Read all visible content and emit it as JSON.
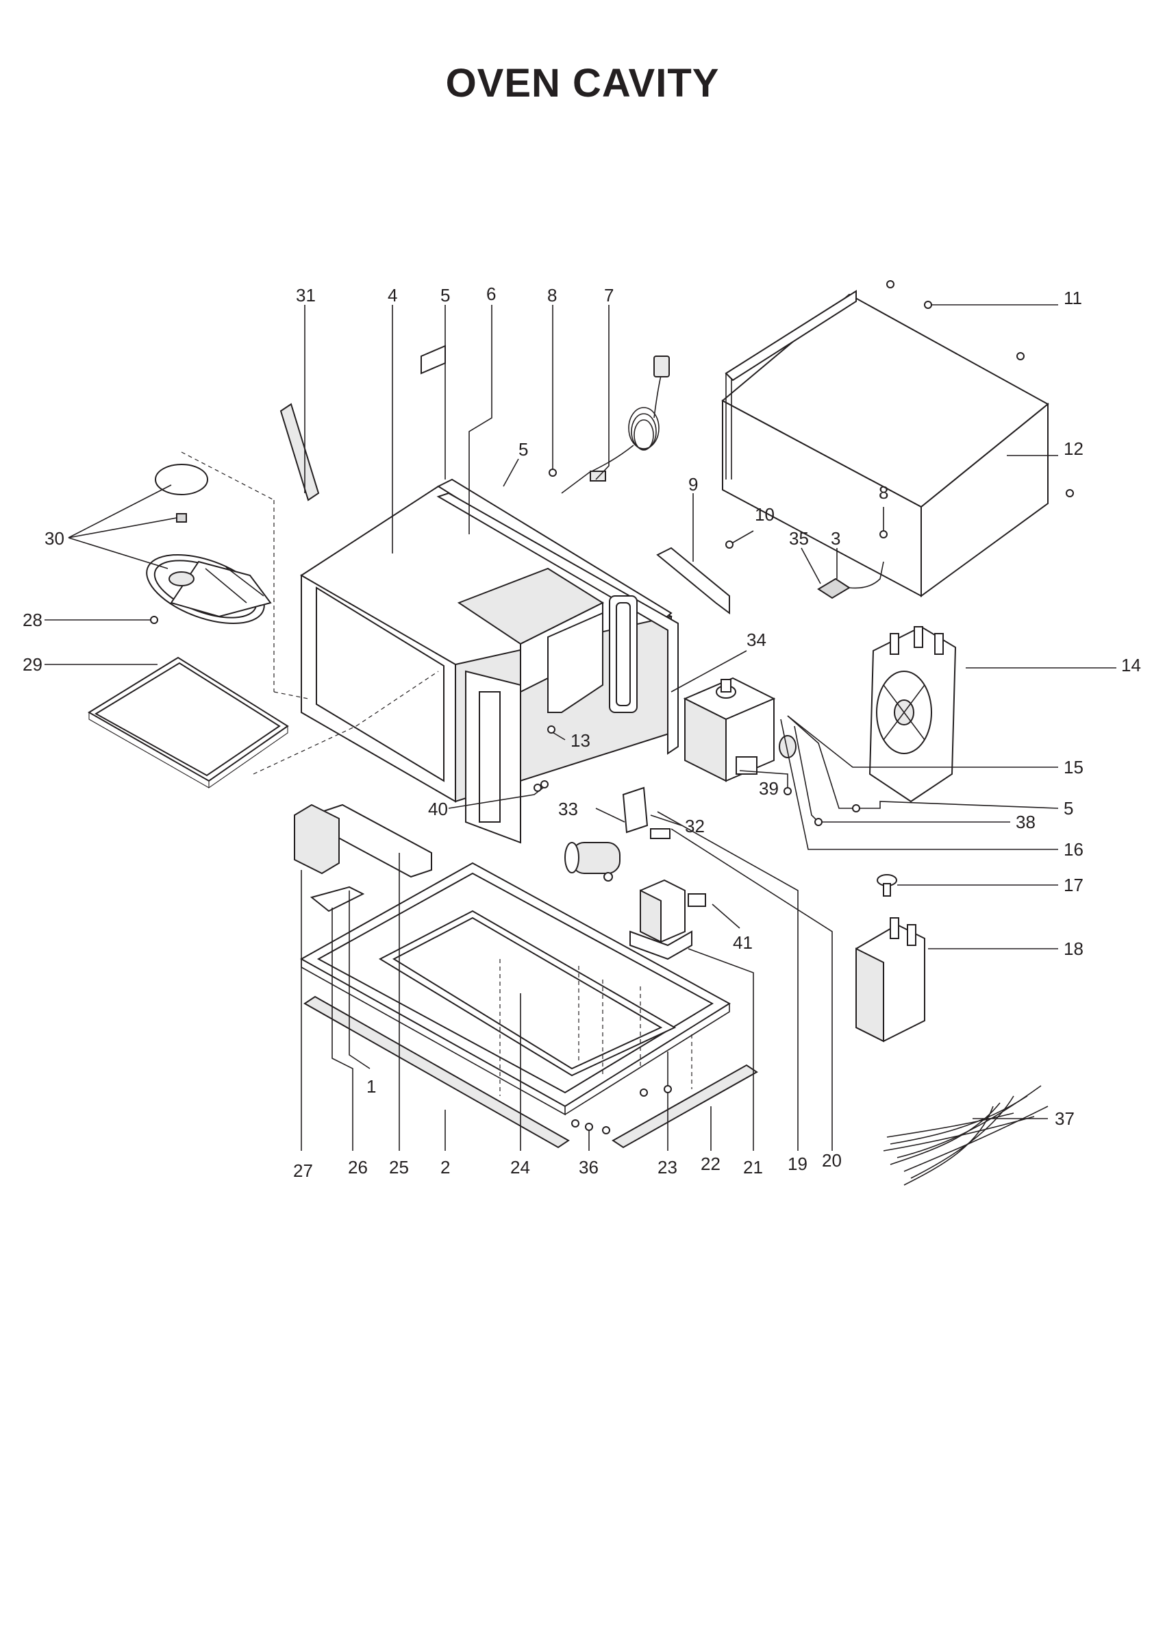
{
  "title": "OVEN CAVITY",
  "parts": [
    {
      "number": "1"
    },
    {
      "number": "2"
    },
    {
      "number": "3"
    },
    {
      "number": "4"
    },
    {
      "number": "5"
    },
    {
      "number": "5"
    },
    {
      "number": "5"
    },
    {
      "number": "6"
    },
    {
      "number": "7"
    },
    {
      "number": "8"
    },
    {
      "number": "8"
    },
    {
      "number": "9"
    },
    {
      "number": "10"
    },
    {
      "number": "11"
    },
    {
      "number": "12"
    },
    {
      "number": "13"
    },
    {
      "number": "14"
    },
    {
      "number": "15"
    },
    {
      "number": "16"
    },
    {
      "number": "17"
    },
    {
      "number": "18"
    },
    {
      "number": "19"
    },
    {
      "number": "20"
    },
    {
      "number": "21"
    },
    {
      "number": "22"
    },
    {
      "number": "23"
    },
    {
      "number": "24"
    },
    {
      "number": "25"
    },
    {
      "number": "26"
    },
    {
      "number": "27"
    },
    {
      "number": "28"
    },
    {
      "number": "29"
    },
    {
      "number": "30"
    },
    {
      "number": "31"
    },
    {
      "number": "32"
    },
    {
      "number": "33"
    },
    {
      "number": "34"
    },
    {
      "number": "35"
    },
    {
      "number": "36"
    },
    {
      "number": "37"
    },
    {
      "number": "38"
    },
    {
      "number": "39"
    },
    {
      "number": "40"
    },
    {
      "number": "41"
    }
  ]
}
